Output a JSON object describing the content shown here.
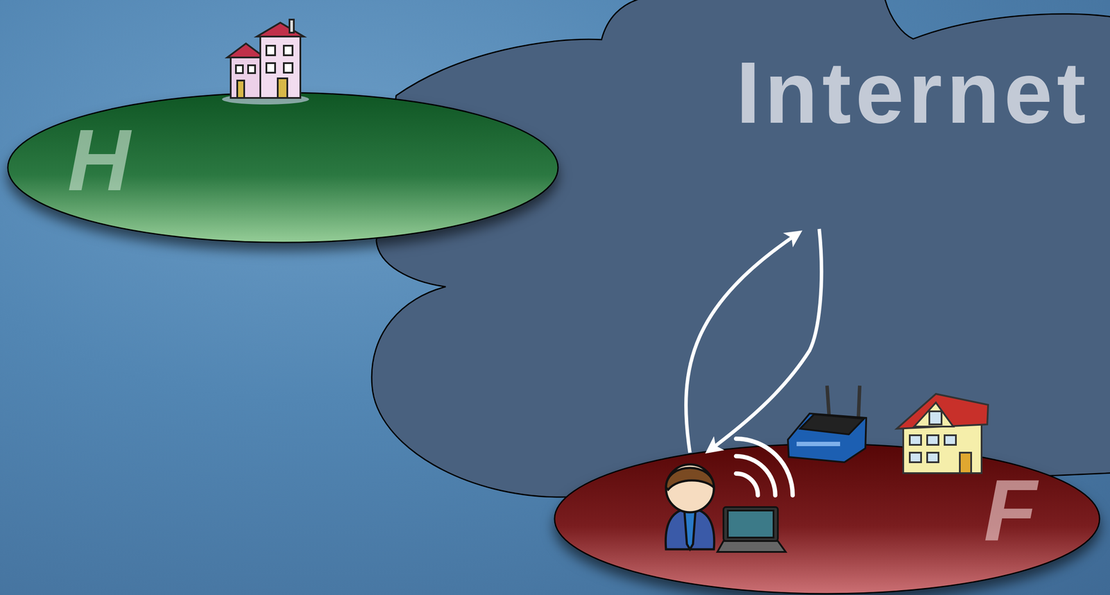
{
  "diagram": {
    "nodes": [
      {
        "text": [
          "Internet"
        ]
      },
      {
        "text": [
          "H"
        ]
      },
      {
        "text": [
          "F"
        ]
      }
    ]
  }
}
